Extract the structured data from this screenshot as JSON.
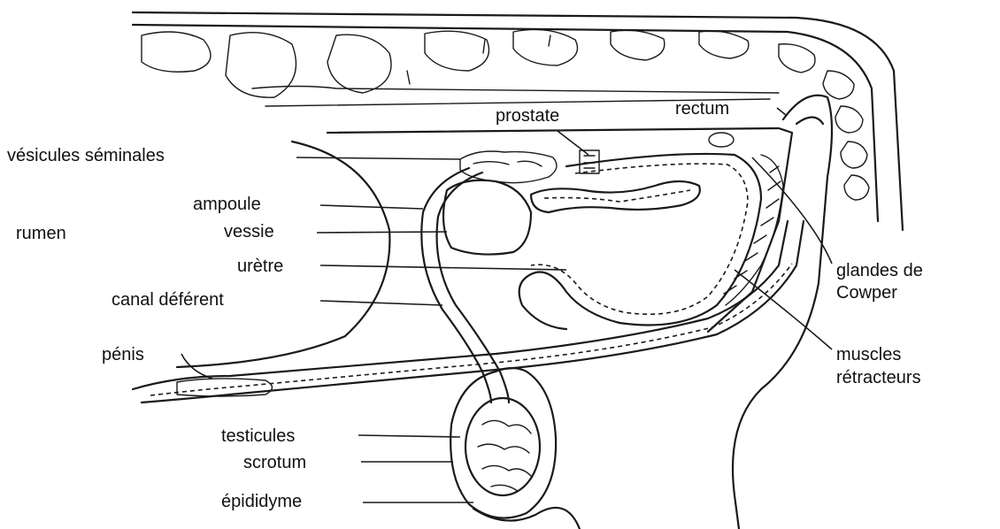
{
  "labels": {
    "prostate": "prostate",
    "rectum": "rectum",
    "vesicules": "vésicules séminales",
    "ampoule": "ampoule",
    "rumen": "rumen",
    "vessie": "vessie",
    "uretre": "urètre",
    "canal": "canal déférent",
    "penis": "pénis",
    "glandes_line1": "glandes de",
    "glandes_line2": "Cowper",
    "muscles_line1": "muscles",
    "muscles_line2": "rétracteurs",
    "testicules": "testicules",
    "scrotum": "scrotum",
    "epididyme": "épididyme"
  },
  "colors": {
    "ink": "#1a1a1a",
    "background": "#ffffff"
  }
}
